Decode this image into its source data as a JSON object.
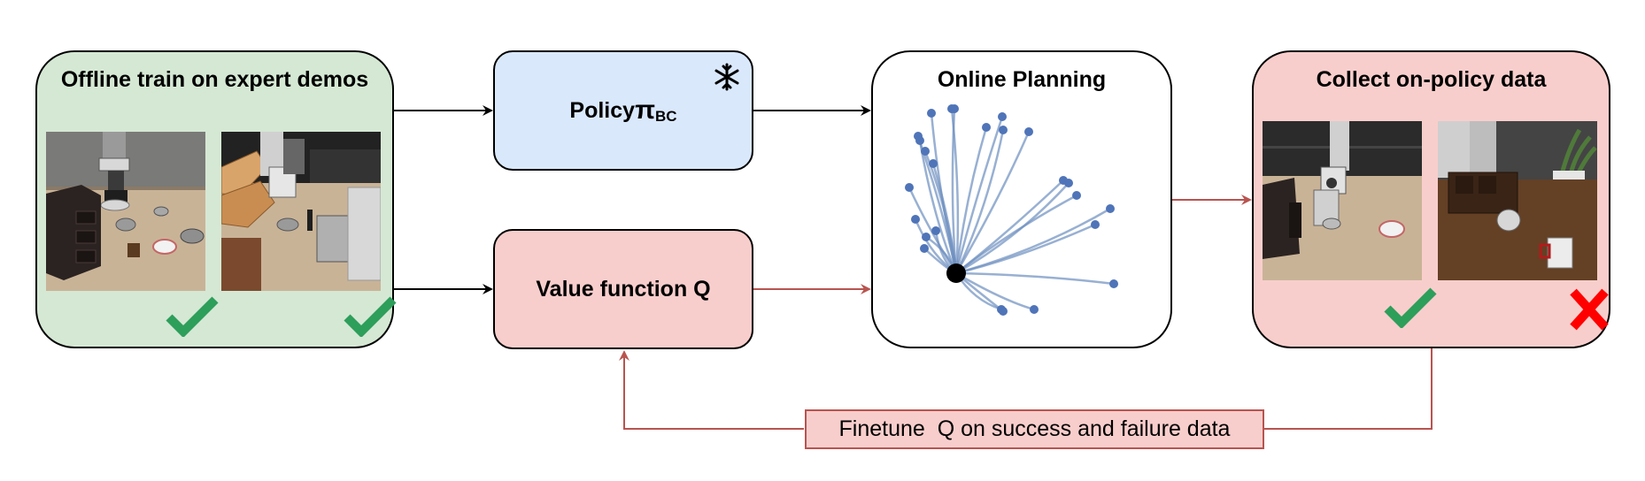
{
  "offline": {
    "title": "Offline train on expert demos"
  },
  "policy": {
    "label": "Policy ",
    "pi": "π",
    "subscript": "BC",
    "icon": "snowflake-icon"
  },
  "value": {
    "label": "Value function Q"
  },
  "planning": {
    "title": "Online Planning"
  },
  "collect": {
    "title": "Collect on-policy data"
  },
  "finetune": {
    "label": "Finetune  Q on success and failure data"
  },
  "colors": {
    "green_box": "#d5e8d4",
    "blue_box": "#dae8fc",
    "red_box": "#f8cecc",
    "red_arrow": "#b85450",
    "check": "#2e9e5b",
    "cross": "#ff0000",
    "traj": "#6c8ebf"
  }
}
